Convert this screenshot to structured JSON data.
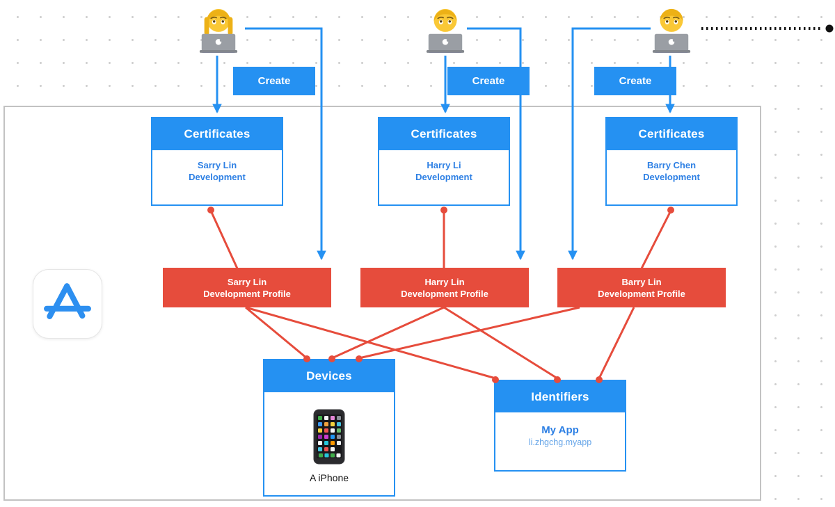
{
  "colors": {
    "accent_blue": "#2591f2",
    "accent_red": "#e64c3c",
    "cert_text_blue": "#2e80e4",
    "bundle_text_blue": "#64a4e8",
    "frame_border_gray": "#c2c2c2",
    "dot_grid_gray": "#cfcfcf",
    "dotted_line_black": "#111111"
  },
  "actors": [
    {
      "icon": "woman-technologist-emoji"
    },
    {
      "icon": "person-technologist-emoji"
    },
    {
      "icon": "man-technologist-emoji"
    }
  ],
  "create_buttons": [
    {
      "label": "Create"
    },
    {
      "label": "Create"
    },
    {
      "label": "Create"
    }
  ],
  "certificates": [
    {
      "title": "Certificates",
      "name": "Sarry Lin",
      "type": "Development"
    },
    {
      "title": "Certificates",
      "name": "Harry Li",
      "type": "Development"
    },
    {
      "title": "Certificates",
      "name": "Barry Chen",
      "type": "Development"
    }
  ],
  "profiles": [
    {
      "name": "Sarry Lin",
      "type": "Development Profile"
    },
    {
      "name": "Harry Lin",
      "type": "Development Profile"
    },
    {
      "name": "Barry Lin",
      "type": "Development Profile"
    }
  ],
  "devices": {
    "title": "Devices",
    "item_label": "A iPhone",
    "icon": "iphone-emoji"
  },
  "identifiers": {
    "title": "Identifiers",
    "app_name": "My App",
    "bundle_id": "li.zhgchg.myapp"
  },
  "app_store_icon": "app-store-icon"
}
